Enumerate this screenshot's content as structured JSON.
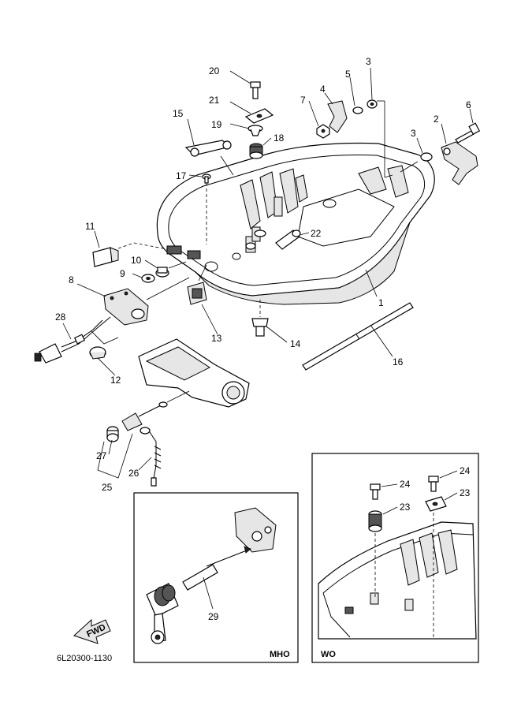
{
  "parts": [
    {
      "id": "p1",
      "label": "1"
    },
    {
      "id": "p2",
      "label": "2"
    },
    {
      "id": "p3a",
      "label": "3"
    },
    {
      "id": "p3b",
      "label": "3"
    },
    {
      "id": "p4",
      "label": "4"
    },
    {
      "id": "p5",
      "label": "5"
    },
    {
      "id": "p6",
      "label": "6"
    },
    {
      "id": "p7",
      "label": "7"
    },
    {
      "id": "p8",
      "label": "8"
    },
    {
      "id": "p9",
      "label": "9"
    },
    {
      "id": "p10",
      "label": "10"
    },
    {
      "id": "p11",
      "label": "11"
    },
    {
      "id": "p12",
      "label": "12"
    },
    {
      "id": "p13",
      "label": "13"
    },
    {
      "id": "p14",
      "label": "14"
    },
    {
      "id": "p15",
      "label": "15"
    },
    {
      "id": "p16",
      "label": "16"
    },
    {
      "id": "p17",
      "label": "17"
    },
    {
      "id": "p18",
      "label": "18"
    },
    {
      "id": "p19",
      "label": "19"
    },
    {
      "id": "p20",
      "label": "20"
    },
    {
      "id": "p21",
      "label": "21"
    },
    {
      "id": "p22",
      "label": "22"
    },
    {
      "id": "p25",
      "label": "25"
    },
    {
      "id": "p26",
      "label": "26"
    },
    {
      "id": "p27",
      "label": "27"
    },
    {
      "id": "p28",
      "label": "28"
    }
  ],
  "insets": {
    "mho": {
      "title": "MHO",
      "parts": [
        {
          "id": "p29",
          "label": "29"
        }
      ]
    },
    "wo": {
      "title": "WO",
      "parts": [
        {
          "id": "p24a",
          "label": "24"
        },
        {
          "id": "p23a",
          "label": "23"
        },
        {
          "id": "p24b",
          "label": "24"
        },
        {
          "id": "p23b",
          "label": "23"
        }
      ]
    }
  },
  "fwd_label": "FWD",
  "diagram_code": "6L20300-1130"
}
